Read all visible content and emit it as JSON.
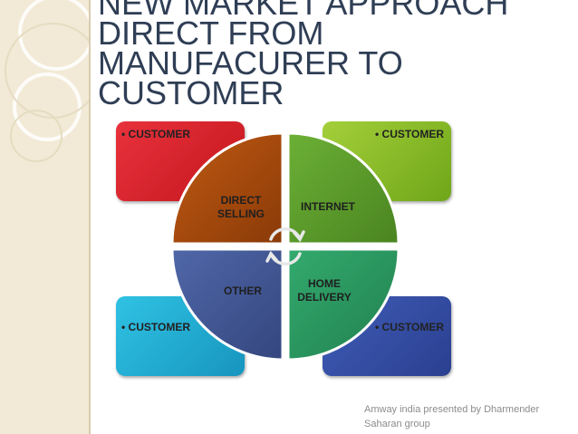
{
  "title": "NEW MARKET APPROACH\nDIRECT FROM\nMANUFACURER TO\nCUSTOMER",
  "boxes": {
    "top_left": "• CUSTOMER",
    "top_right": "• CUSTOMER",
    "bottom_left": "• CUSTOMER",
    "bottom_right": "• CUSTOMER"
  },
  "segments": {
    "top_left": "DIRECT\nSELLING",
    "top_right": "INTERNET",
    "bottom_left": "OTHER",
    "bottom_right": "HOME\nDELIVERY"
  },
  "footer": "Amway india presented by Dharmender\nSaharan group",
  "colors": {
    "title": "#2f3e55",
    "box_top_left": "#d9232b",
    "box_top_right": "#8dc027",
    "box_bottom_left": "#1faed6",
    "box_bottom_right": "#344fa6",
    "seg_top_left": "#a4490d",
    "seg_top_right": "#5b9a2a",
    "seg_bottom_left": "#3f5495",
    "seg_bottom_right": "#2a9560"
  },
  "icons": {
    "center": "cycle-arrows-icon",
    "background": "decorative-rings"
  }
}
